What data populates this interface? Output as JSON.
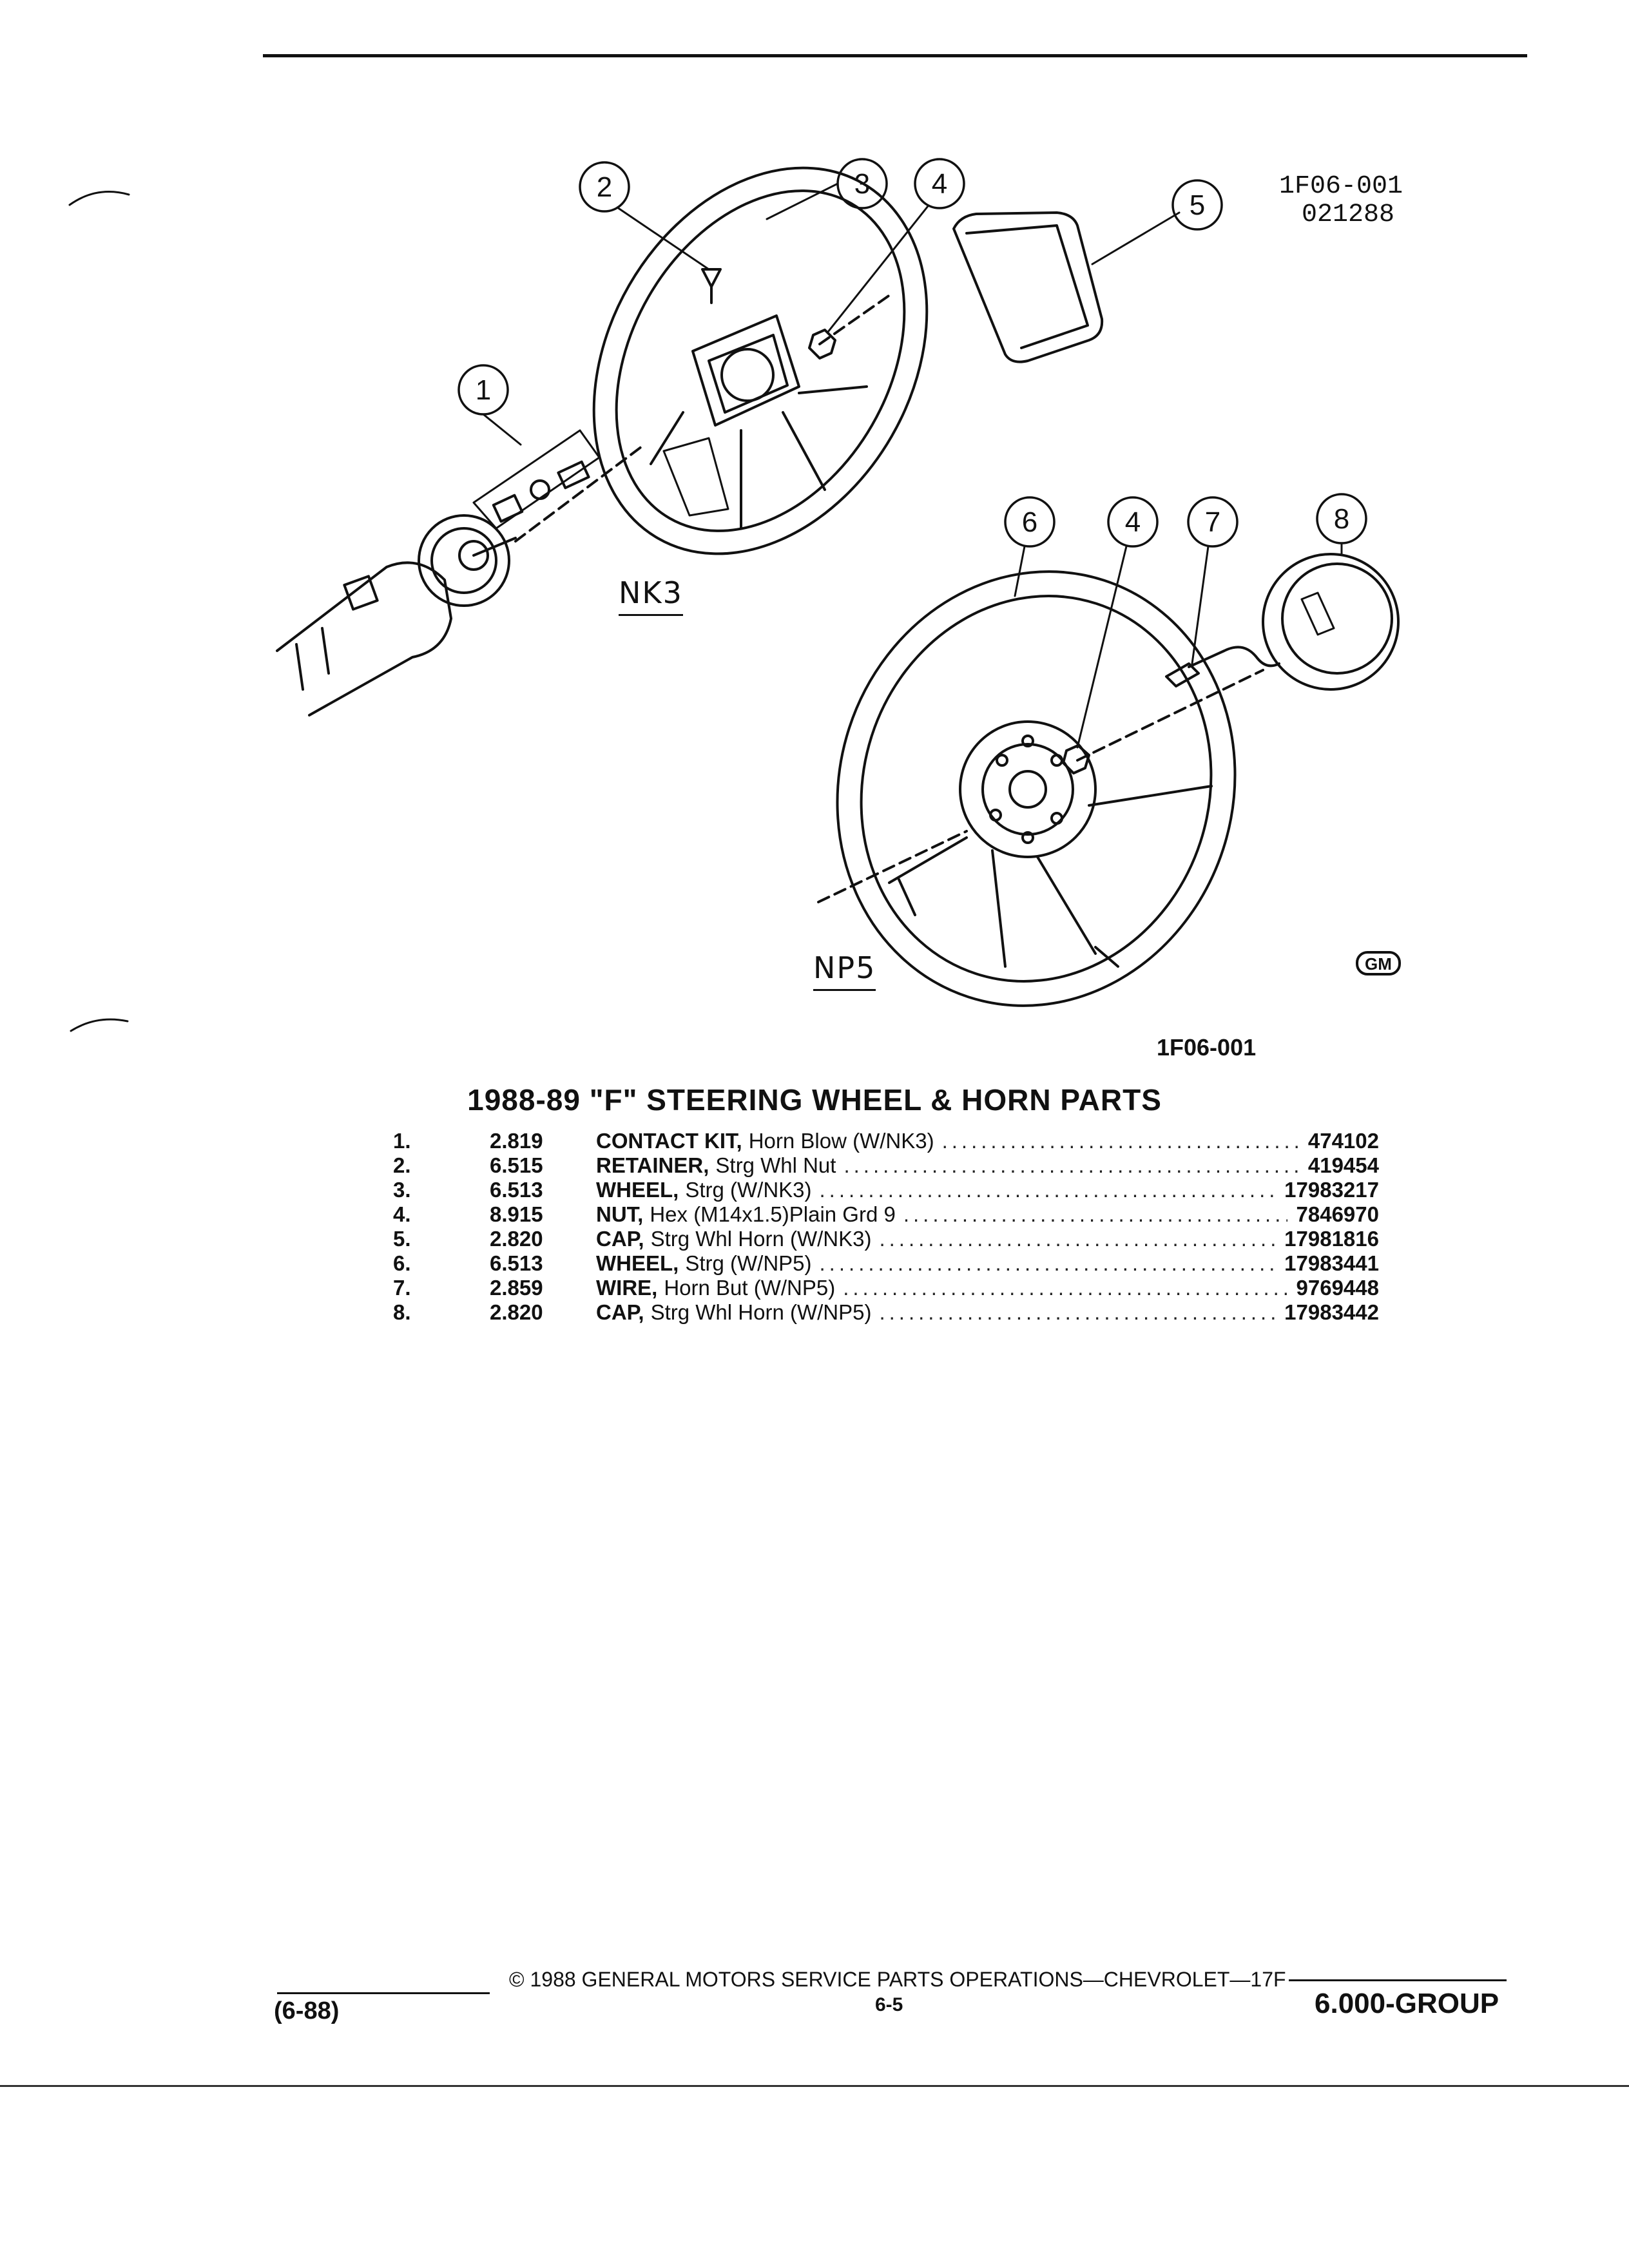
{
  "figure": {
    "code_top": [
      "1F06-001",
      "021288"
    ],
    "code_bottom": "1F06-001",
    "variants": [
      "NK3",
      "NP5"
    ],
    "callouts": [
      "1",
      "2",
      "3",
      "4",
      "5",
      "6",
      "4",
      "7",
      "8"
    ]
  },
  "title": "1988-89 \"F\" STEERING WHEEL & HORN PARTS",
  "parts": [
    {
      "num": "1.",
      "group": "2.819",
      "name": "CONTACT KIT,",
      "desc": "Horn Blow (W/NK3)",
      "pn": "474102"
    },
    {
      "num": "2.",
      "group": "6.515",
      "name": "RETAINER,",
      "desc": "Strg Whl Nut",
      "pn": "419454"
    },
    {
      "num": "3.",
      "group": "6.513",
      "name": "WHEEL,",
      "desc": "Strg (W/NK3)",
      "pn": "17983217"
    },
    {
      "num": "4.",
      "group": "8.915",
      "name": "NUT,",
      "desc": "Hex (M14x1.5)Plain Grd 9",
      "pn": "7846970"
    },
    {
      "num": "5.",
      "group": "2.820",
      "name": "CAP,",
      "desc": "Strg Whl Horn (W/NK3)",
      "pn": "17981816"
    },
    {
      "num": "6.",
      "group": "6.513",
      "name": "WHEEL,",
      "desc": "Strg (W/NP5)",
      "pn": "17983441"
    },
    {
      "num": "7.",
      "group": "2.859",
      "name": "WIRE,",
      "desc": "Horn But (W/NP5)",
      "pn": "9769448"
    },
    {
      "num": "8.",
      "group": "2.820",
      "name": "CAP,",
      "desc": "Strg Whl Horn (W/NP5)",
      "pn": "17983442"
    }
  ],
  "footer": {
    "copyright": "© 1988 GENERAL MOTORS SERVICE PARTS OPERATIONS—CHEVROLET—17F",
    "date": "(6-88)",
    "page": "6-5",
    "group": "6.000-GROUP"
  },
  "logo_text": "GM"
}
